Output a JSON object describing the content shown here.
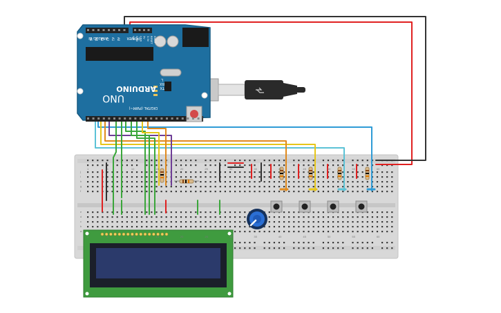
{
  "arduino": {
    "brand": "ARDUINO",
    "model": "UNO",
    "section_analog": "ANALOG IN",
    "section_power": "POWER",
    "section_digital": "DIGITAL (PWM~)",
    "analog_pins": [
      "A5",
      "A4",
      "A3",
      "A2",
      "A1",
      "A0"
    ],
    "power_pins": [
      "VIN",
      "GND",
      "GND",
      "5V",
      "3.3V",
      "RESET",
      "IOREF"
    ],
    "led_labels": [
      "TX",
      "RX",
      "L"
    ],
    "on_label": "ON",
    "board_color": "#1e6fa0"
  },
  "breadboard": {
    "column_numbers": [
      "1",
      "5",
      "10",
      "15",
      "20",
      "25",
      "30",
      "35",
      "40",
      "45",
      "50",
      "55",
      "60"
    ],
    "row_letters_top": [
      "j",
      "i",
      "h",
      "g",
      "f"
    ],
    "row_letters_bottom": [
      "e",
      "d",
      "c",
      "b",
      "a"
    ]
  },
  "wire_colors": {
    "red": "#e02020",
    "black": "#333333",
    "green": "#3aa63a",
    "yellow": "#e6c619",
    "orange": "#e08a1e",
    "blue": "#2e9bd6",
    "cyan": "#5bc2d6",
    "purple": "#6e3d96",
    "lcd_green": "#3f9b3f"
  }
}
